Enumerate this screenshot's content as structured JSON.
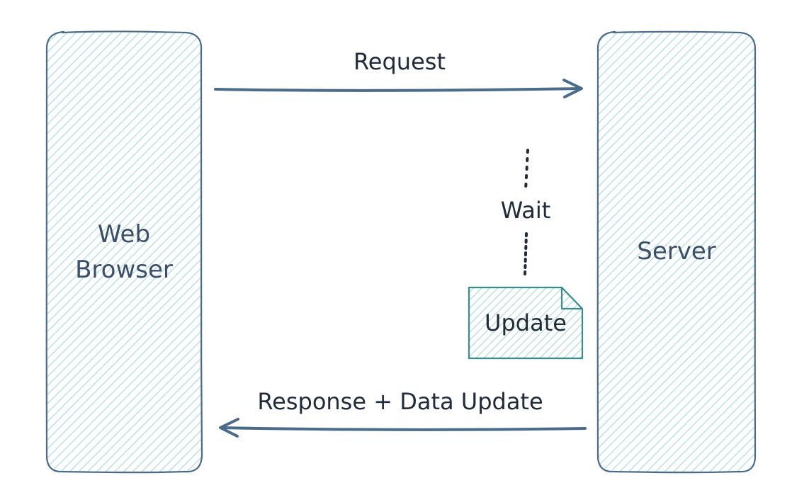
{
  "nodes": {
    "browser": {
      "label_line1": "Web",
      "label_line2": "Browser"
    },
    "server": {
      "label": "Server"
    },
    "update": {
      "label": "Update"
    }
  },
  "edges": {
    "request": {
      "label": "Request"
    },
    "wait": {
      "label": "Wait"
    },
    "response": {
      "label": "Response + Data Update"
    }
  },
  "colors": {
    "stroke": "#4a6c8c",
    "hatch": "#a5d8e0",
    "note_stroke": "#3a8b8c",
    "note_fill": "#a8dada",
    "text": "#1f2b3a",
    "dots": "#1f2b3a"
  }
}
